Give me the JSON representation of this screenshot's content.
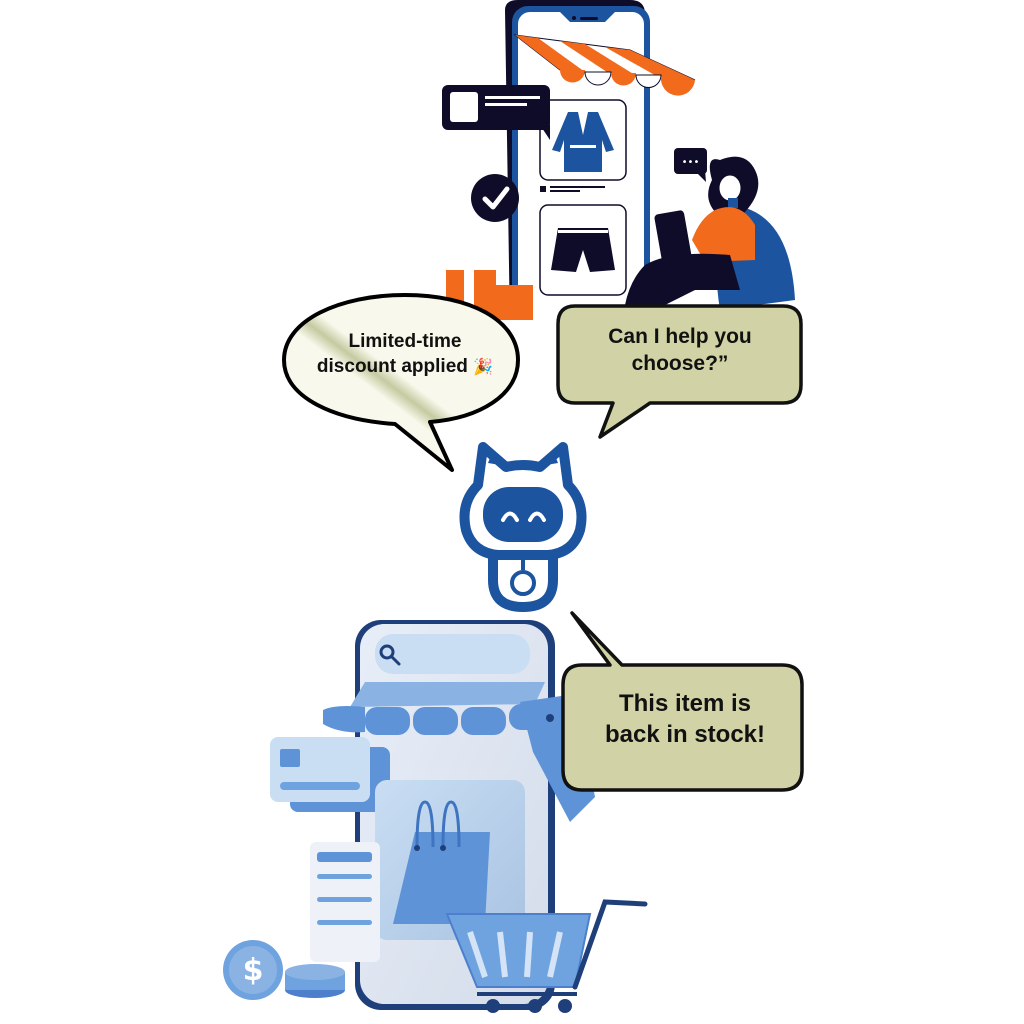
{
  "illustration": {
    "theme": "AI shopping assistant",
    "colors": {
      "navy": "#0f0c29",
      "blue": "#1c54a0",
      "orange": "#f26a1b",
      "bubble_olive": "#d1d3a6",
      "bubble_cream": "#f8f9ec",
      "light_blue": "#6fa3e0",
      "pale_blue": "#c9def3"
    }
  },
  "bubbles": {
    "discount": {
      "line1": "Limited-time",
      "line2": "discount applied",
      "emoji": "🎉"
    },
    "help": {
      "line1": "Can I help you",
      "line2": "choose?”"
    },
    "stock": {
      "line1": "This item is",
      "line2": "back in stock!"
    }
  },
  "top_phone": {
    "chat_dots": "•••",
    "products": [
      "robe",
      "shorts"
    ]
  },
  "bottom_phone": {
    "currency_symbol": "$"
  }
}
